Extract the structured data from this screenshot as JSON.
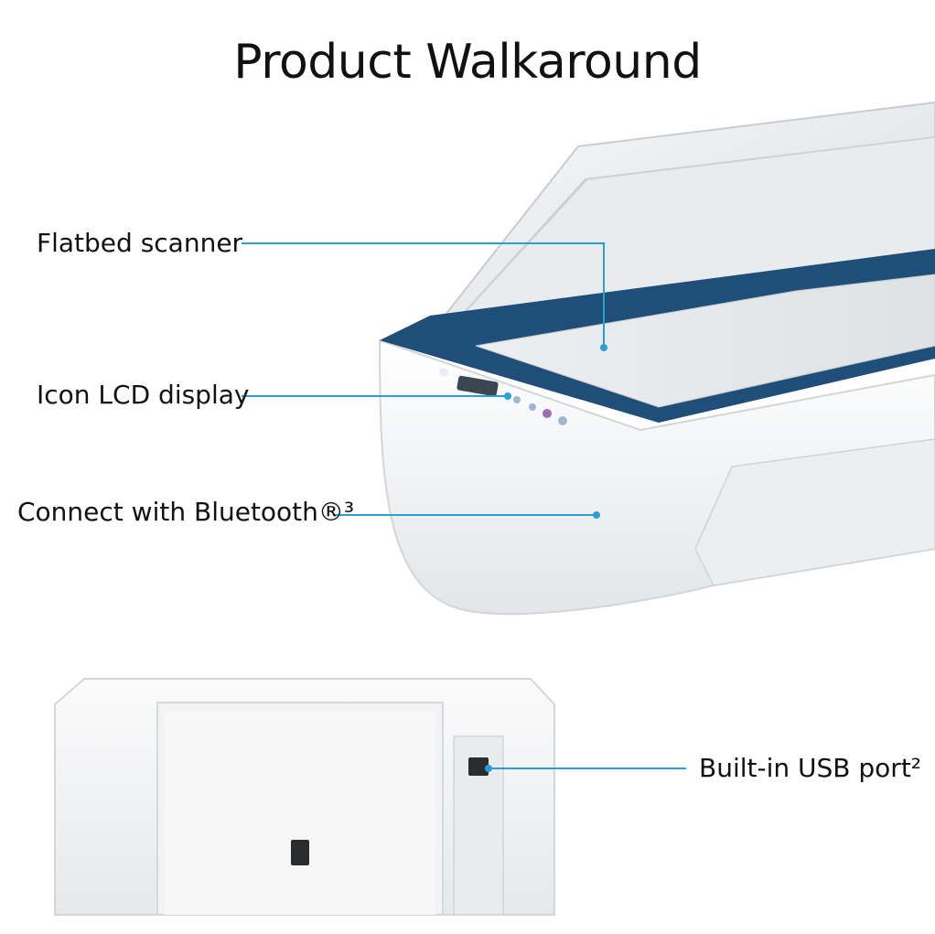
{
  "page": {
    "title": "Product Walkaround"
  },
  "callouts": {
    "flatbed_scanner": "Flatbed scanner",
    "icon_lcd_display": "Icon LCD display",
    "bluetooth": "Connect with Bluetooth®³",
    "usb_port": "Built-in USB port²"
  },
  "colors": {
    "leader_line": "#2a9fd6",
    "printer_body": "#f3f4f5",
    "printer_accent": "#1f4f78"
  }
}
